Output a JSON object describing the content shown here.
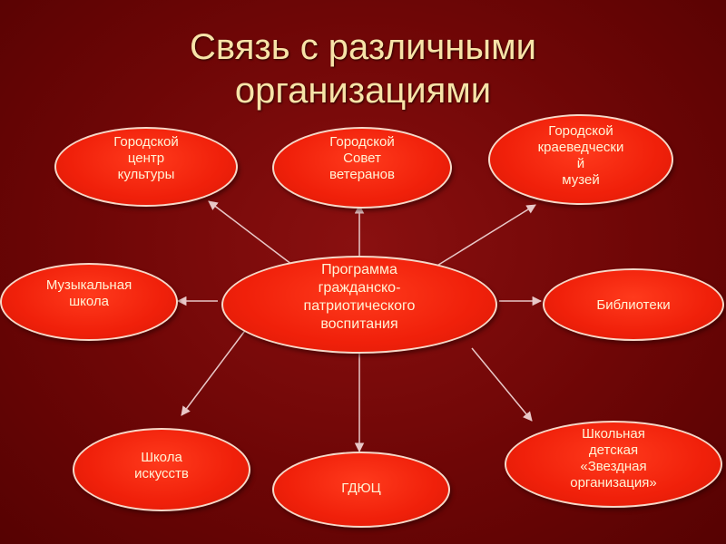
{
  "title": {
    "line1": "Связь с различными",
    "line2": "организациями"
  },
  "center": {
    "label": "Программа\nгражданско-\nпатриотического\nвоспитания"
  },
  "nodes": {
    "culture_center": "Городской\nцентр\nкультуры",
    "veterans_council": "Городской\nСовет\nветеранов",
    "local_museum": "Городской\nкраеведчески\nй\nмузей",
    "music_school": "Музыкальная\nшкола",
    "libraries": "Библиотеки",
    "art_school": "Школа\nискусств",
    "gduc": "ГДЮЦ",
    "zvezdnaya": "Школьная\nдетская\n«Звездная\nорганизация»"
  },
  "colors": {
    "background": "#6e0606",
    "node_fill": "#f0200a",
    "node_border": "#f6d8c8",
    "title_text": "#f7e3a8",
    "arrow": "#e8c8c8"
  }
}
